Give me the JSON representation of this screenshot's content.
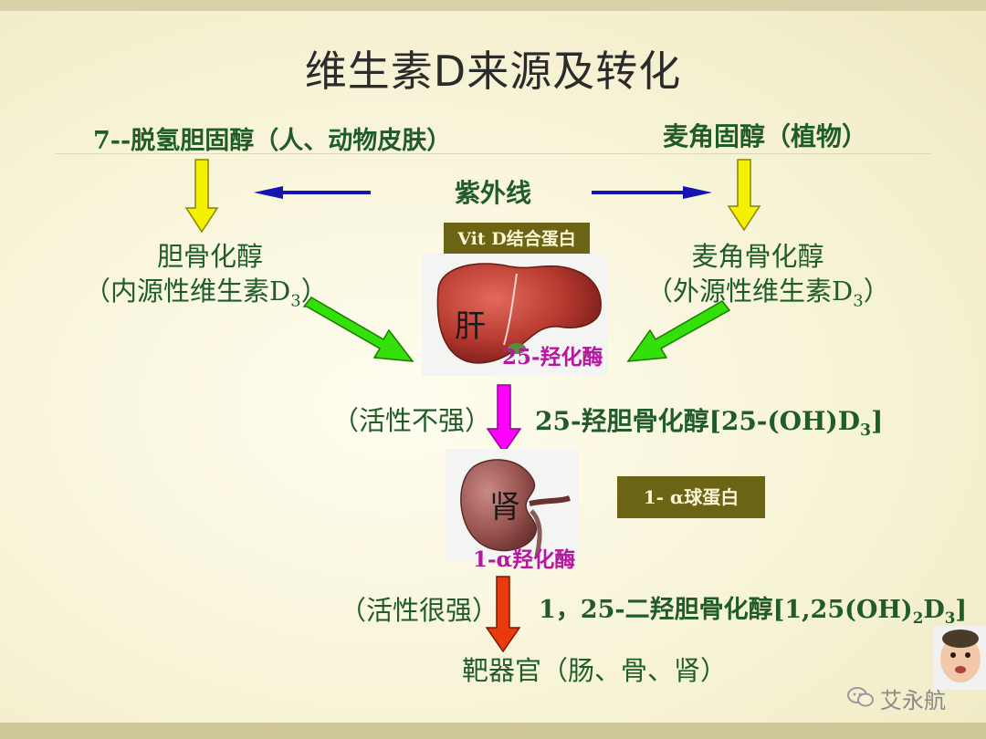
{
  "title": "维生素D来源及转化",
  "sources": {
    "left": "7--脱氢胆固醇（人、动物皮肤）",
    "right": "麦角固醇（植物）"
  },
  "uv_label": "紫外线",
  "binding_protein": "Vit D结合蛋白",
  "left_product": {
    "line1": "胆骨化醇",
    "line2_prefix": "（内源性维生素D",
    "line2_sub": "3",
    "line2_suffix": "）"
  },
  "right_product": {
    "line1": "麦角骨化醇",
    "line2_prefix": "（外源性维生素D",
    "line2_sub": "3",
    "line2_suffix": "）"
  },
  "liver": {
    "name": "肝",
    "enzyme": "25-羟化酶"
  },
  "step1": {
    "activity": "（活性不强）",
    "product_prefix": "25-羟胆骨化醇[25-(OH)D",
    "product_sub": "3",
    "product_suffix": "]"
  },
  "kidney": {
    "name": "肾",
    "enzyme": "1-α羟化酶"
  },
  "globulin": "1- α球蛋白",
  "step2": {
    "activity": "（活性很强）",
    "product_prefix": "1，25-二羟胆骨化醇[1,25(OH)",
    "product_sub1": "2",
    "product_mid": "D",
    "product_sub2": "3",
    "product_suffix": "]"
  },
  "target": "靶器官（肠、骨、肾）",
  "watermark": "艾永航",
  "colors": {
    "text_green": "#1f5c2a",
    "enzyme_magenta": "#b5179e",
    "arrow_yellow": "#f5f000",
    "arrow_green": "#33e00a",
    "arrow_blue": "#1414b4",
    "arrow_magenta": "#ff00ff",
    "arrow_red": "#e83a0c",
    "box_olive": "#6b6414"
  }
}
